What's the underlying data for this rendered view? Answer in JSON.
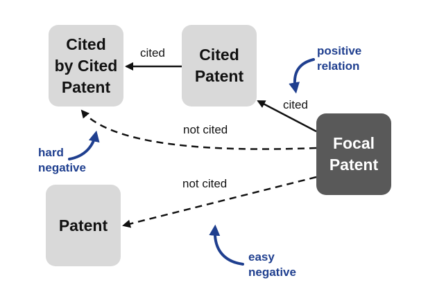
{
  "nodes": {
    "cited_by_cited": {
      "lines": [
        "Cited",
        "by Cited",
        "Patent"
      ]
    },
    "cited_patent": {
      "lines": [
        "Cited",
        "Patent"
      ]
    },
    "focal_patent": {
      "lines": [
        "Focal",
        "Patent"
      ]
    },
    "patent": {
      "lines": [
        "Patent"
      ]
    }
  },
  "edges": {
    "cited_top": "cited",
    "cited_right": "cited",
    "not_cited_upper": "not cited",
    "not_cited_lower": "not cited"
  },
  "annotations": {
    "positive": [
      "positive",
      "relation"
    ],
    "hard": [
      "hard",
      "negative"
    ],
    "easy": [
      "easy",
      "negative"
    ]
  },
  "colors": {
    "node_light": "#d9d9d9",
    "node_dark": "#595959",
    "annotation": "#1f3f8f",
    "edge": "#111111"
  }
}
